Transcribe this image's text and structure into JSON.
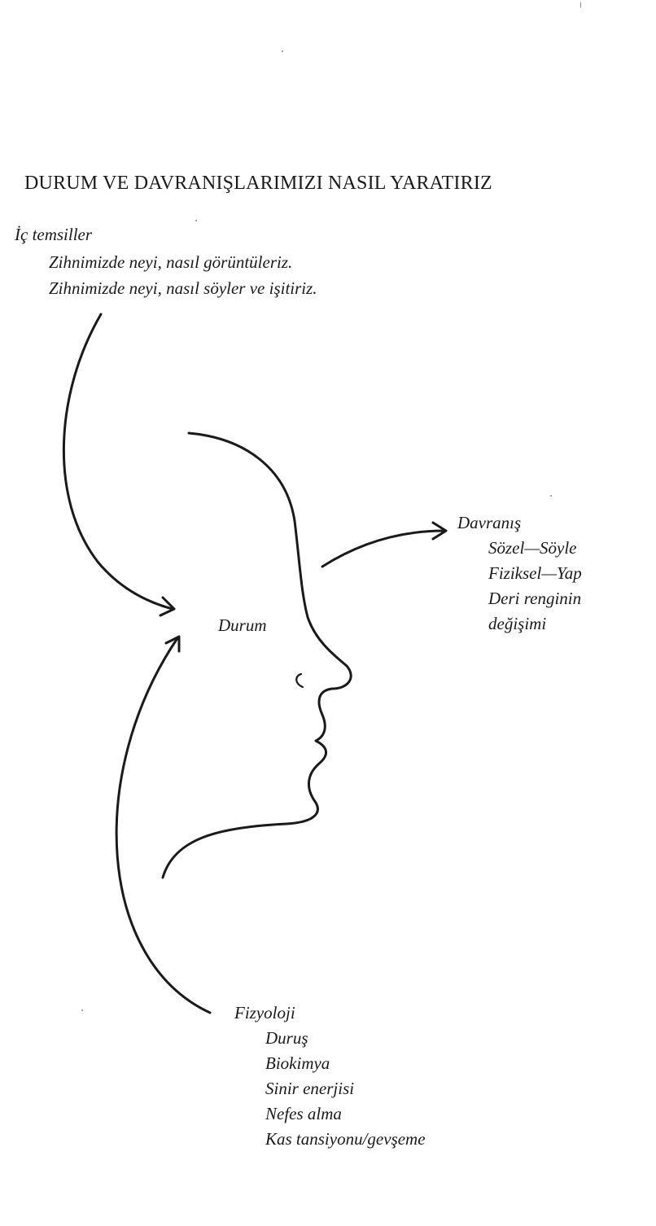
{
  "title": "DURUM VE DAVRANIŞLARIMIZI NASIL YARATIRIZ",
  "inner_representations": {
    "heading": "İç temsiller",
    "items": [
      "Zihnimizde neyi, nasıl görüntüleriz.",
      "Zihnimizde neyi, nasıl söyler ve işitiriz."
    ]
  },
  "state": {
    "label": "Durum"
  },
  "behavior": {
    "heading": "Davranış",
    "items": [
      "Sözel—Söyle",
      "Fiziksel—Yap",
      "Deri renginin",
      "değişimi"
    ]
  },
  "physiology": {
    "heading": "Fizyoloji",
    "items": [
      "Duruş",
      "Biokimya",
      "Sinir enerjisi",
      "Nefes alma",
      "Kas tansiyonu/gevşeme"
    ]
  },
  "colors": {
    "ink": "#1a1a1a",
    "background": "#ffffff"
  }
}
